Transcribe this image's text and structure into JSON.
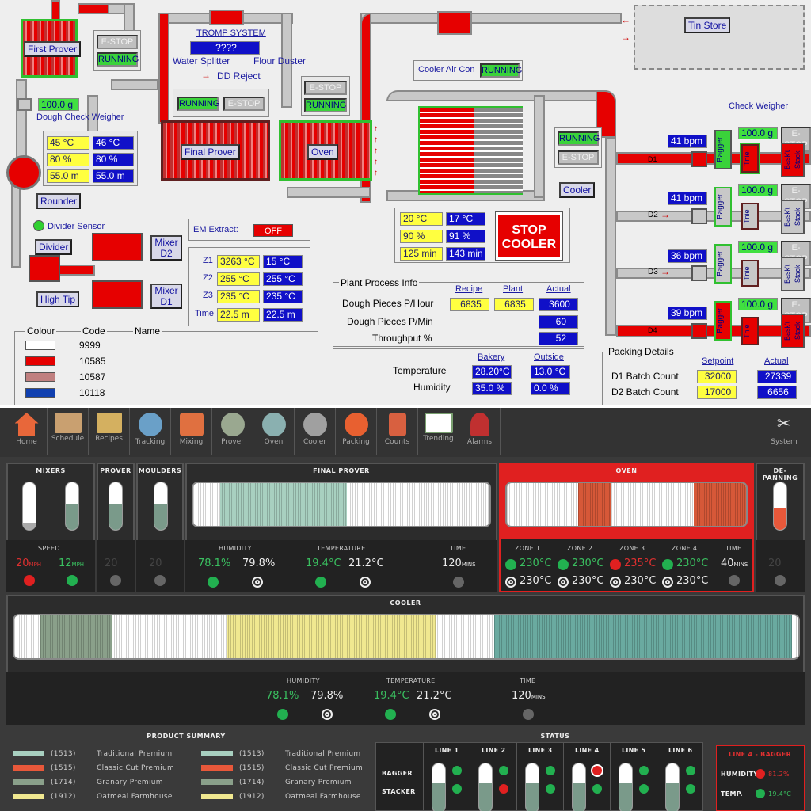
{
  "scada": {
    "tin_store": "Tin Store",
    "first_prover": "First Prover",
    "estop": "E-STOP",
    "running": "RUNNING",
    "tromp": "TROMP SYSTEM",
    "tromp_val": "????",
    "water_splitter": "Water Splitter",
    "flour_duster": "Flour Duster",
    "dd_reject": "DD Reject",
    "check_weight": "100.0 g",
    "dough_check": "Dough Check Weigher",
    "cooler_air": "Cooler Air Con",
    "check_weigher": "Check Weigher",
    "final_prover": "Final Prover",
    "oven": "Oven",
    "cooler": "Cooler",
    "rounder": "Rounder",
    "divider_sensor": "Divider Sensor",
    "divider": "Divider",
    "high_tip": "High Tip",
    "mixer_d2": "Mixer D2",
    "mixer_d1": "Mixer D1",
    "em_extract": "EM Extract:",
    "off": "OFF",
    "prover_vals": [
      {
        "y": "45  °C",
        "b": "46  °C"
      },
      {
        "y": "80  %",
        "b": "80  %"
      },
      {
        "y": "55.0  m",
        "b": "55.0  m"
      }
    ],
    "oven_vals": [
      {
        "l": "Z1",
        "y": "3263 °C",
        "b": "15  °C"
      },
      {
        "l": "Z2",
        "y": "255  °C",
        "b": "255  °C"
      },
      {
        "l": "Z3",
        "y": "235  °C",
        "b": "235  °C"
      },
      {
        "l": "Time",
        "y": "22.5  m",
        "b": "22.5  m"
      }
    ],
    "cooler_vals": [
      {
        "y": "20  °C",
        "b": "17  °C"
      },
      {
        "y": "90  %",
        "b": "91  %"
      },
      {
        "y": "125  min",
        "b": "143  min"
      }
    ],
    "stop_cooler": "STOP COOLER",
    "lines": [
      {
        "bpm": "41  bpm",
        "w": "100.0 g",
        "d": "D1"
      },
      {
        "bpm": "41  bpm",
        "w": "100.0 g",
        "d": "D2"
      },
      {
        "bpm": "36  bpm",
        "w": "100.0 g",
        "d": "D3"
      },
      {
        "bpm": "39  bpm",
        "w": "100.0 g",
        "d": "D4"
      }
    ],
    "bagger": "Bagger",
    "tnie": "Tnie",
    "bask_stack": "Bask't Stack",
    "legend": {
      "colour": "Colour",
      "code": "Code",
      "name": "Name",
      "rows": [
        {
          "c": "#ffffff",
          "code": "9999"
        },
        {
          "c": "#e60000",
          "code": "10585"
        },
        {
          "c": "#c08080",
          "code": "10587"
        },
        {
          "c": "#1040b0",
          "code": "10118"
        }
      ]
    },
    "plant": {
      "title": "Plant Process Info",
      "h": [
        "Recipe",
        "Plant",
        "Actual"
      ],
      "rows": [
        {
          "l": "Dough Pieces P/Hour",
          "r": "6835",
          "p": "6835",
          "a": "3600"
        },
        {
          "l": "Dough Pieces P/Min",
          "a": "60"
        },
        {
          "l": "Throughput %",
          "a": "52"
        }
      ]
    },
    "env": {
      "h": [
        "Bakery",
        "Outside"
      ],
      "rows": [
        {
          "l": "Temperature",
          "b": "28.20°C",
          "o": "13.0 °C"
        },
        {
          "l": "Humidity",
          "b": "35.0  %",
          "o": "0.0  %"
        }
      ]
    },
    "packing": {
      "title": "Packing Details",
      "h": [
        "Setpoint",
        "Actual"
      ],
      "rows": [
        {
          "l": "D1 Batch Count",
          "s": "32000",
          "a": "27339"
        },
        {
          "l": "D2 Batch Count",
          "s": "17000",
          "a": "6656"
        }
      ]
    }
  },
  "hmi": {
    "nav": [
      {
        "label": "Home",
        "color": "#e8673a"
      },
      {
        "label": "Schedule",
        "color": "#c9a070"
      },
      {
        "label": "Recipes",
        "color": "#d4b060"
      },
      {
        "label": "Tracking",
        "color": "#6aa0c8"
      },
      {
        "label": "Mixing",
        "color": "#e07040"
      },
      {
        "label": "Prover",
        "color": "#9aa890"
      },
      {
        "label": "Oven",
        "color": "#8ab0b0"
      },
      {
        "label": "Cooler",
        "color": "#a0a0a0"
      },
      {
        "label": "Packing",
        "color": "#e86030"
      },
      {
        "label": "Counts",
        "color": "#d86040"
      },
      {
        "label": "Trending",
        "color": "#7aa070"
      },
      {
        "label": "Alarms",
        "color": "#c03030"
      }
    ],
    "system": "System",
    "mixers": {
      "title": "MIXERS",
      "speed": "SPEED",
      "v1": "20",
      "v2": "12",
      "unit": "MPH"
    },
    "prover": {
      "title": "PROVER",
      "v": "20"
    },
    "moulders": {
      "title": "MOULDERS",
      "v": "20"
    },
    "final_prover": {
      "title": "FINAL PROVER",
      "humidity": "HUMIDITY",
      "temperature": "TEMPERATURE",
      "time": "TIME",
      "h1": "78.1%",
      "h2": "79.8%",
      "t1": "19.4°C",
      "t2": "21.2°C",
      "tv": "120",
      "tu": "MINS"
    },
    "oven": {
      "title": "OVEN",
      "zones": [
        {
          "l": "ZONE 1",
          "a": "230°C",
          "s": "230°C"
        },
        {
          "l": "ZONE 2",
          "a": "230°C",
          "s": "230°C"
        },
        {
          "l": "ZONE 3",
          "a": "235°C",
          "s": "230°C"
        },
        {
          "l": "ZONE 4",
          "a": "230°C",
          "s": "230°C"
        }
      ],
      "time": "TIME",
      "tv": "40",
      "tu": "MINS"
    },
    "depanning": {
      "title": "DE-PANNING",
      "v": "20"
    },
    "cooler": {
      "title": "COOLER",
      "humidity": "HUMIDITY",
      "temperature": "TEMPERATURE",
      "time": "TIME",
      "h1": "78.1%",
      "h2": "79.8%",
      "t1": "19.4°C",
      "t2": "21.2°C",
      "tv": "120",
      "tu": "MINS"
    },
    "product_summary": {
      "title": "PRODUCT SUMMARY",
      "items": [
        {
          "code": "(1513)",
          "name": "Traditional Premium",
          "color": "#a8d0c0"
        },
        {
          "code": "(1515)",
          "name": "Classic Cut Premium",
          "color": "#e8583a"
        },
        {
          "code": "(1714)",
          "name": "Granary Premium",
          "color": "#8aa08a"
        },
        {
          "code": "(1912)",
          "name": "Oatmeal Farmhouse",
          "color": "#f0e890"
        }
      ]
    },
    "status": {
      "title": "STATUS",
      "lines": [
        "LINE 1",
        "LINE 2",
        "LINE 3",
        "LINE 4",
        "LINE 5",
        "LINE 6"
      ],
      "bagger": "BAGGER",
      "stacker": "STACKER",
      "alert_title": "LINE 4 - BAGGER",
      "alert_humidity": "HUMIDITY",
      "alert_humidity_val": "81.2%",
      "alert_temp": "TEMP.",
      "alert_temp_val": "19.4°C"
    }
  }
}
